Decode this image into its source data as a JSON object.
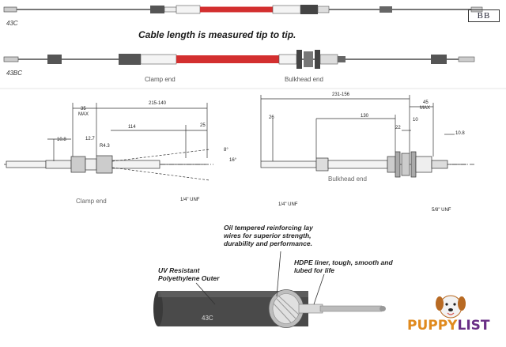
{
  "title": "Cable length is measured tip to tip.",
  "cables": {
    "top_code": "43C",
    "bottom_code": "43BC",
    "clamp_end_label": "Clamp end",
    "bulkhead_end_label": "Bulkhead end"
  },
  "left_drawing": {
    "dims": [
      "35\nMAX",
      "215-140",
      "114",
      "25",
      "12.7",
      "10.8",
      "R4.3",
      "8°",
      "16°",
      "1/4\" UNF"
    ],
    "end_label": "Clamp end"
  },
  "right_drawing": {
    "dims": [
      "231-156",
      "45\nMAX",
      "26",
      "130",
      "10",
      "22",
      "10.8",
      "1/4\" UNF",
      "5/8\" UNF"
    ],
    "end_label": "Bulkhead end"
  },
  "cross_section": {
    "jacket_label": "43C",
    "callout_wires": "Oil tempered reinforcing lay wires for superior strength, durability and performance.",
    "callout_outer": "UV Resistant Polyethylene Outer",
    "callout_liner": "HDPE liner, tough, smooth and lubed for life"
  },
  "logos": {
    "bb": "BB",
    "brand_part1": "PUPPY",
    "brand_part2": "LIST"
  },
  "colors": {
    "cable_red": "#d32f2f",
    "line": "#333333",
    "brand_orange": "#e08a1e",
    "brand_purple": "#6a2f86"
  }
}
